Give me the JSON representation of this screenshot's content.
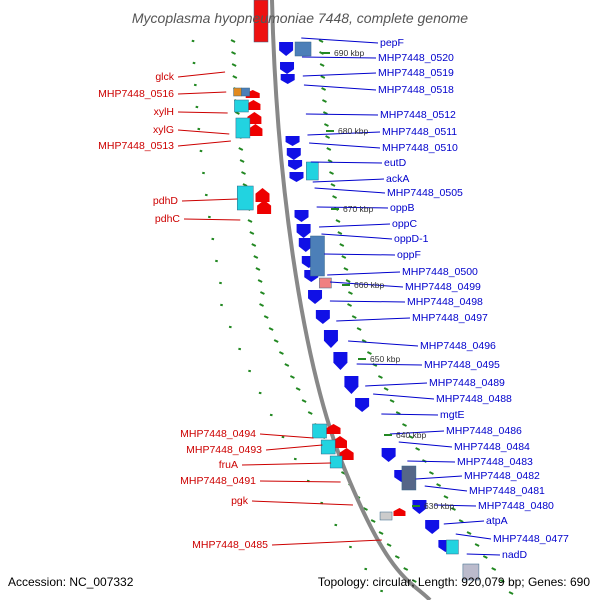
{
  "title": "Mycoplasma hyopneumoniae 7448, complete genome",
  "accession_text": "Accession: NC_007332",
  "summary_text": "Topology: circular; Length: 920,079 bp; Genes: 690",
  "colors": {
    "backbone": "#888888",
    "forward_label": "#0000cc",
    "reverse_label": "#cc0000",
    "forward_gene": "#1010e6",
    "reverse_gene": "#ee0000",
    "cyan_gene": "#22d3e0",
    "steel_gene": "#4c7fb8",
    "ticks": "#228822"
  },
  "kbp_marks": [
    "690 kbp",
    "680 kbp",
    "670 kbp",
    "660 kbp",
    "650 kbp",
    "640 kbp",
    "630 kbp"
  ],
  "right_labels": [
    "pepF",
    "MHP7448_0520",
    "MHP7448_0519",
    "MHP7448_0518",
    "MHP7448_0512",
    "MHP7448_0511",
    "MHP7448_0510",
    "eutD",
    "ackA",
    "MHP7448_0505",
    "oppB",
    "oppC",
    "oppD-1",
    "oppF",
    "MHP7448_0500",
    "MHP7448_0499",
    "MHP7448_0498",
    "MHP7448_0497",
    "MHP7448_0496",
    "MHP7448_0495",
    "MHP7448_0489",
    "MHP7448_0488",
    "mgtE",
    "MHP7448_0486",
    "MHP7448_0484",
    "MHP7448_0483",
    "MHP7448_0482",
    "MHP7448_0481",
    "MHP7448_0480",
    "atpA",
    "MHP7448_0477",
    "nadD"
  ],
  "left_labels": [
    "glck",
    "MHP7448_0516",
    "xylH",
    "xylG",
    "MHP7448_0513",
    "pdhD",
    "pdhC",
    "MHP7448_0494",
    "MHP7448_0493",
    "fruA",
    "MHP7448_0491",
    "pgk",
    "MHP7448_0485"
  ]
}
